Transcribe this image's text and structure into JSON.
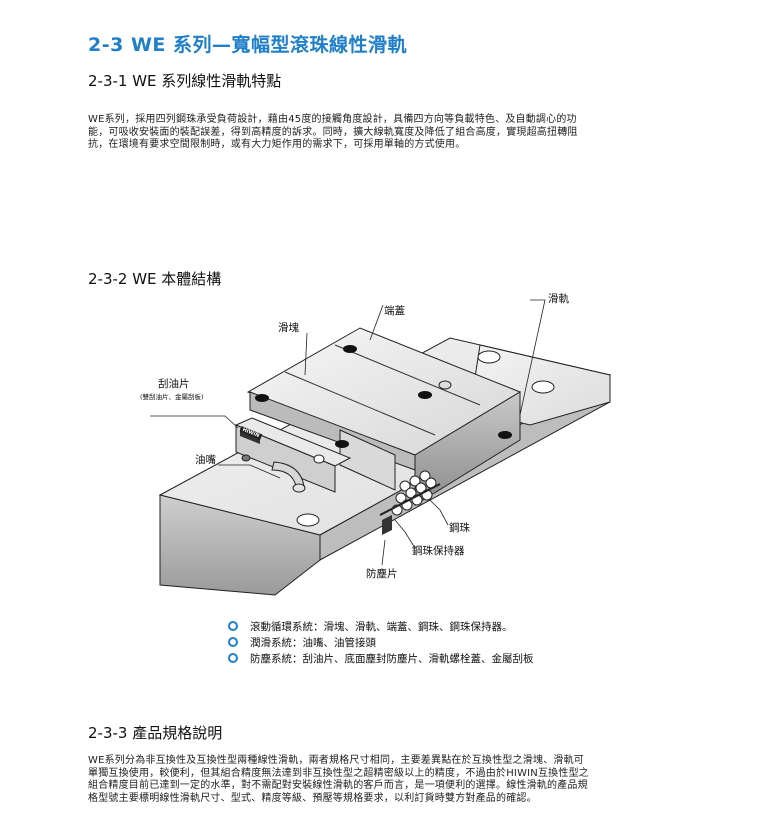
{
  "page": {
    "title": "2-3  WE 系列—寬幅型滾珠線性滑軌"
  },
  "section1": {
    "heading": "2-3-1 WE 系列線性滑軌特點",
    "lines": [
      "WE系列，採用四列鋼珠承受負荷設計，藉由45度的接觸角度設計，具備四方向等負載特色、及自動調心的功",
      "能，可吸收安裝面的裝配誤差，得到高精度的訴求。同時，擴大線軌寬度及降低了組合高度，實現超高扭轉阻",
      "抗，在環境有要求空間限制時，或有大力矩作用的需求下，可採用單軸的方式使用。"
    ]
  },
  "section2": {
    "heading": "2-3-2 WE 本體結構",
    "labels": {
      "end_cap": "端蓋",
      "rail": "滑軌",
      "block": "滑塊",
      "scraper": "刮油片",
      "scraper_note": "(雙刮油片、金屬刮板)",
      "nipple": "油嘴",
      "ball": "鋼珠",
      "retainer": "鋼珠保持器",
      "seal": "防塵片"
    },
    "diagram_brand": "HIWIN",
    "bullets": [
      "滾動循環系統：滑塊、滑軌、端蓋、鋼珠、鋼珠保持器。",
      "潤滑系統：油嘴、油管接頭",
      "防塵系統：刮油片、底面塵封防塵片、滑軌螺栓蓋、金屬刮板"
    ]
  },
  "section3": {
    "heading": "2-3-3 產品規格說明",
    "lines": [
      "WE系列分為非互換性及互換性型兩種線性滑軌，兩者規格尺寸相同，主要差異點在於互換性型之滑塊、滑軌可",
      "單獨互換使用，較便利，但其組合精度無法達到非互換性型之超精密級以上的精度，不過由於HIWIN互換性型之",
      "組合精度目前已達到一定的水準，對不需配對安裝線性滑軌的客戶而言，是一項便利的選擇。線性滑軌的產品規",
      "格型號主要標明線性滑軌尺寸、型式、精度等級、預壓等規格要求，以利訂貨時雙方對產品的確認。"
    ]
  },
  "colors": {
    "accent": "#1f7fc9",
    "text": "#1a1a1a"
  }
}
